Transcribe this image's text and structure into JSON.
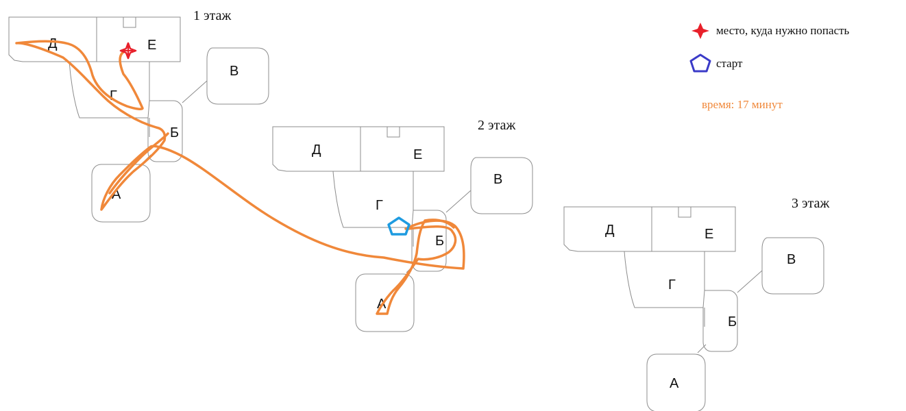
{
  "floors": [
    {
      "label": "1 этаж",
      "rooms": {
        "a": "А",
        "b": "Б",
        "v": "В",
        "g": "Г",
        "d": "Д",
        "e": "Е"
      }
    },
    {
      "label": "2 этаж",
      "rooms": {
        "a": "А",
        "b": "Б",
        "v": "В",
        "g": "Г",
        "d": "Д",
        "e": "Е"
      }
    },
    {
      "label": "3 этаж",
      "rooms": {
        "a": "А",
        "b": "Б",
        "v": "В",
        "g": "Г",
        "d": "Д",
        "e": "Е"
      }
    }
  ],
  "legend": {
    "target": {
      "label": "место, куда нужно попасть",
      "icon": "red-star-icon",
      "color": "#e8202a"
    },
    "start": {
      "label": "старт",
      "icon": "blue-pentagon-icon",
      "color": "#3b3bc8"
    }
  },
  "time": {
    "label": "время: 17 минут",
    "color": "#f0883a"
  },
  "colors": {
    "route": "#f0883a",
    "start_marker": "#1e9be0",
    "target_marker": "#e8202a"
  }
}
